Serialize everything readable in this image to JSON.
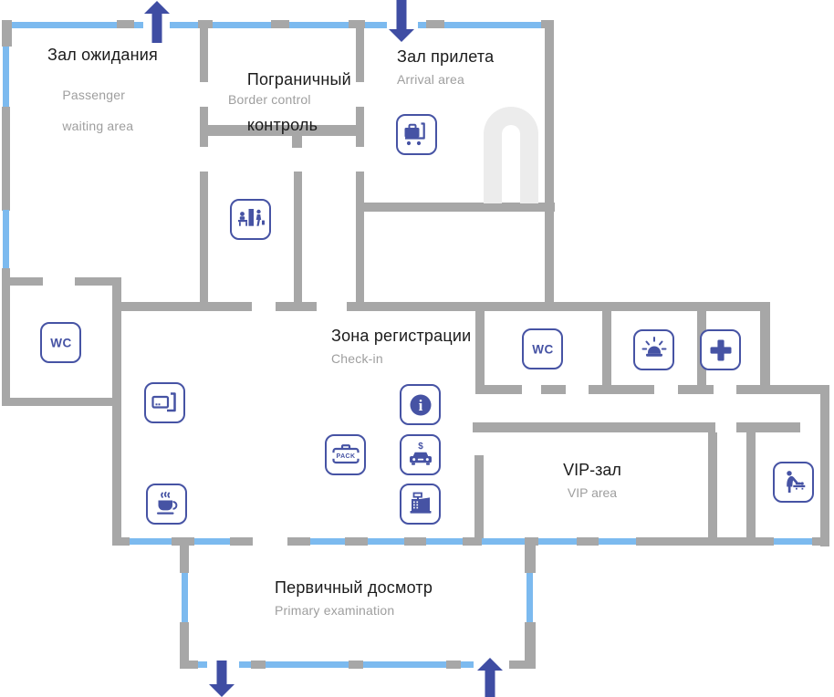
{
  "map": {
    "rooms": {
      "waiting": {
        "title": "Зал ожидания",
        "subtitle_line1": "Passenger",
        "subtitle_line2": "waiting area"
      },
      "border_control": {
        "title_line1": "Пограничный",
        "title_line2": "контроль",
        "subtitle": "Border control"
      },
      "arrival": {
        "title": "Зал прилета",
        "subtitle": "Arrival area"
      },
      "check_in": {
        "title": "Зона регистрации",
        "subtitle": "Check-in"
      },
      "vip": {
        "title": "VIP-зал",
        "subtitle": "VIP area"
      },
      "examination": {
        "title": "Первичный досмотр",
        "subtitle": "Primary examination"
      }
    },
    "poi_labels": {
      "wc_left": "WC",
      "wc_central": "WC",
      "pack": "PACK",
      "info_glyph": "i",
      "taxi_currency": "$"
    },
    "poi_icons": [
      "luggage-trolley-icon",
      "passport-control-icon",
      "wc-icon",
      "card-payment-icon",
      "coffee-icon",
      "info-icon",
      "baggage-packing-icon",
      "paid-taxi-icon",
      "cash-register-icon",
      "wc-icon",
      "security-alarm-icon",
      "first-aid-icon",
      "baby-changing-icon"
    ],
    "arrows": [
      "up-exit-top",
      "down-entry-top",
      "down-exit-bottom",
      "up-entry-bottom"
    ],
    "colors": {
      "wall": "#a7a7a7",
      "glass_wall": "#7cbaef",
      "icon_accent": "#4653a4",
      "arrow": "#3f4da3",
      "title_text": "#1b1b1b",
      "subtitle_text": "#9e9e9e",
      "carousel": "#ececec"
    }
  }
}
